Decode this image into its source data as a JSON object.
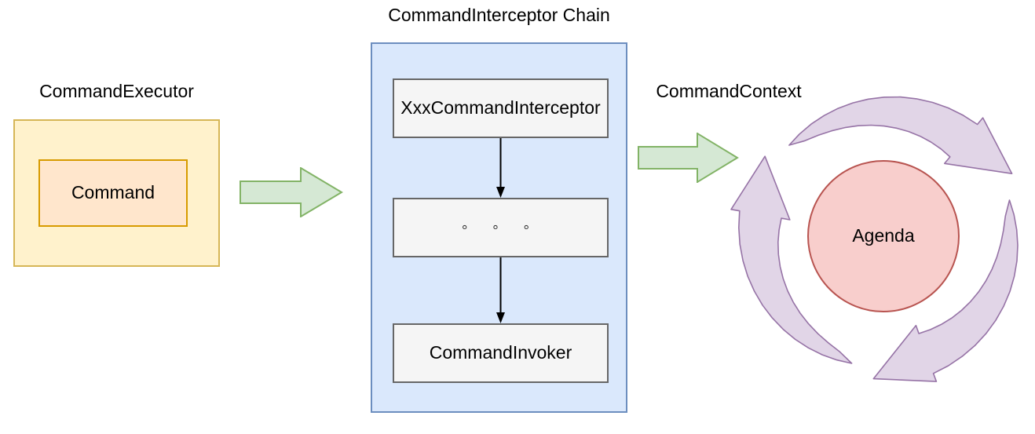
{
  "executor": {
    "title": "CommandExecutor",
    "command_label": "Command",
    "outer_fill": "#FFF2CC",
    "outer_stroke": "#D6B656",
    "inner_fill": "#FFE6CC",
    "inner_stroke": "#D79B00"
  },
  "chain": {
    "title": "CommandInterceptor Chain",
    "fill": "#DAE8FC",
    "stroke": "#6C8EBF",
    "node_fill": "#F5F5F5",
    "node_stroke": "#666666",
    "nodes": [
      {
        "label": "XxxCommandInterceptor"
      },
      {
        "label": "◦ ◦ ◦"
      },
      {
        "label": "CommandInvoker"
      }
    ],
    "connector_color": "#000000"
  },
  "context": {
    "title": "CommandContext",
    "agenda_label": "Agenda",
    "agenda_fill": "#F8CECC",
    "agenda_stroke": "#B85450",
    "cycle_fill": "#E1D5E7",
    "cycle_stroke": "#9673A6"
  },
  "flow_arrows": {
    "fill": "#D5E8D4",
    "stroke": "#82B366"
  }
}
